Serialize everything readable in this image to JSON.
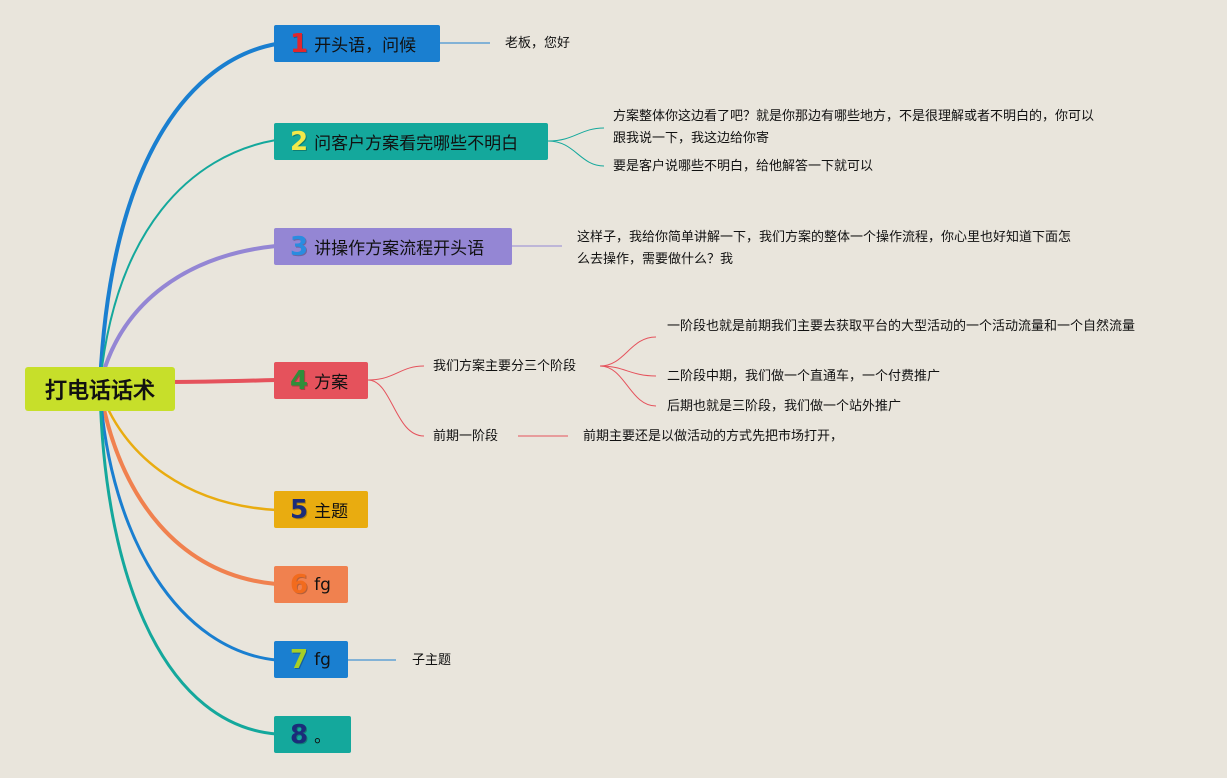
{
  "root": {
    "label": "打电话话术"
  },
  "branches": [
    {
      "num": "1",
      "label": "开头语，问候",
      "color": "#1a7fd0",
      "num_color": "#e0262d",
      "children": [
        "老板，您好"
      ]
    },
    {
      "num": "2",
      "label": "问客户方案看完哪些不明白",
      "color": "#14a89c",
      "num_color": "#f2e94a",
      "children": [
        "方案整体你这边看了吧？就是你那边有哪些地方，不是很理解或者不明白的，你可以跟我说一下，我这边给你寄",
        "要是客户说哪些不明白，给他解答一下就可以"
      ]
    },
    {
      "num": "3",
      "label": "讲操作方案流程开头语",
      "color": "#9486d4",
      "num_color": "#2a8ce0",
      "children": [
        "这样子，我给你简单讲解一下，我们方案的整体一个操作流程，你心里也好知道下面怎么去操作，需要做什么？我"
      ]
    },
    {
      "num": "4",
      "label": "方案",
      "color": "#e5525c",
      "num_color": "#2f8f3a",
      "subtopics": [
        {
          "label": "我们方案主要分三个阶段",
          "children": [
            "一阶段也就是前期我们主要去获取平台的大型活动的一个活动流量和一个自然流量",
            "二阶段中期，我们做一个直通车，一个付费推广",
            "后期也就是三阶段，我们做一个站外推广"
          ]
        },
        {
          "label": "前期一阶段",
          "children": [
            "前期主要还是以做活动的方式先把市场打开，"
          ]
        }
      ]
    },
    {
      "num": "5",
      "label": "主题",
      "color": "#e9ac10",
      "num_color": "#1b2c7a",
      "children": []
    },
    {
      "num": "6",
      "label": "fg",
      "color": "#f0814f",
      "num_color": "#f26b1d",
      "children": []
    },
    {
      "num": "7",
      "label": "fg",
      "color": "#1a7fd0",
      "num_color": "#a6cf27",
      "children": [
        "子主题"
      ]
    },
    {
      "num": "8",
      "label": "。",
      "color": "#14a89c",
      "num_color": "#1b2c7a",
      "children": []
    }
  ]
}
